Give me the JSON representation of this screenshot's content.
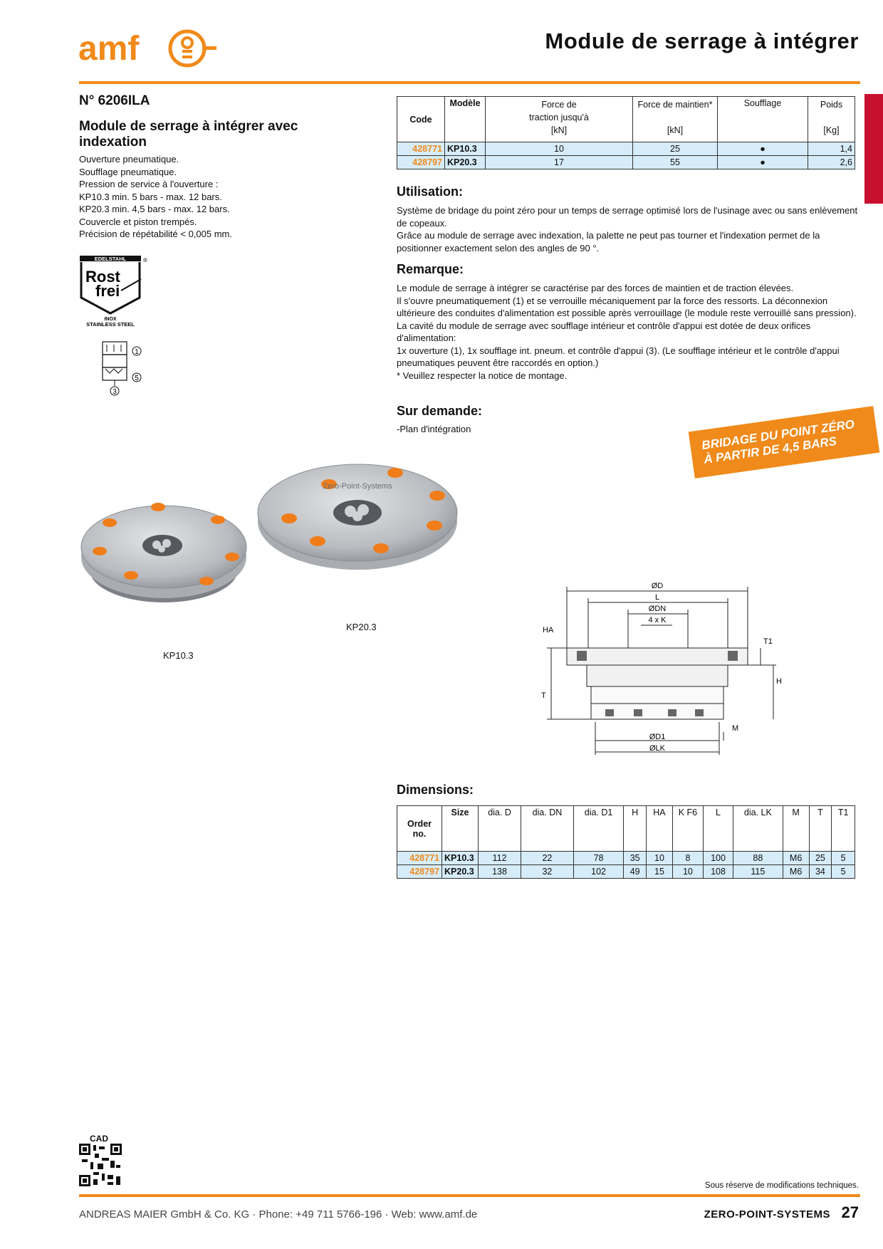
{
  "brand": {
    "logo_text": "amf"
  },
  "header": {
    "title": "Module de serrage à intégrer"
  },
  "product": {
    "number": "N° 6206ILA",
    "subtitle": "Module de serrage à intégrer avec indexation",
    "features": [
      "Ouverture pneumatique.",
      "Soufflage pneumatique.",
      "Pression de service à l'ouverture :",
      "KP10.3 min. 5 bars - max. 12 bars.",
      "KP20.3 min. 4,5 bars - max. 12 bars.",
      "Couvercle et piston trempés.",
      "Précision de répétabilité < 0,005 mm."
    ]
  },
  "stainless": {
    "top": "EDELSTAHL",
    "line1": "Rost",
    "line2": "frei",
    "mark": "®",
    "inox": "INOX",
    "steel": "STAINLESS STEEL"
  },
  "schematic": {
    "p1": "1",
    "p5": "5",
    "p3": "3"
  },
  "spec_table": {
    "headers": {
      "code": "Code",
      "model": "Modèle",
      "force_a": "Force de",
      "force_b": "traction jusqu'à",
      "force_unit": "[kN]",
      "hold": "Force de maintien*",
      "hold_unit": "[kN]",
      "blow": "Soufflage",
      "weight": "Poids",
      "weight_unit": "[Kg]"
    },
    "rows": [
      {
        "code": "428771",
        "model": "KP10.3",
        "force": "10",
        "hold": "25",
        "blow": "●",
        "weight": "1,4"
      },
      {
        "code": "428797",
        "model": "KP20.3",
        "force": "17",
        "hold": "55",
        "blow": "●",
        "weight": "2,6"
      }
    ]
  },
  "usage": {
    "title": "Utilisation:",
    "p1": "Système de bridage du point zéro pour un temps de serrage optimisé lors de l'usinage avec ou sans enlèvement de copeaux.",
    "p2": "Grâce au module de serrage avec indexation, la palette ne peut pas tourner et l'indexation permet de la positionner exactement selon des angles de 90 °."
  },
  "remark": {
    "title": "Remarque:",
    "lines": [
      "Le module de serrage à intégrer se caractérise par des forces de maintien et de traction élevées.",
      "Il s'ouvre pneumatiquement (1) et se verrouille mécaniquement par la force des ressorts. La déconnexion ultérieure des conduites d'alimentation est possible après verrouillage (le module reste verrouillé sans pression).",
      "La cavité du module de serrage avec soufflage intérieur et contrôle d'appui est dotée de deux orifices d'alimentation:",
      "1x ouverture (1), 1x soufflage int. pneum. et contrôle d'appui (3). (Le soufflage intérieur et le contrôle d'appui pneumatiques peuvent être raccordés en option.)",
      "* Veuillez respecter la notice de montage."
    ]
  },
  "on_demand": {
    "title": "Sur demande:",
    "text": "-Plan d'intégration"
  },
  "badge": {
    "line1": "BRIDAGE DU POINT ZÉRO",
    "line2": "À PARTIR DE 4,5 BARS"
  },
  "photo": {
    "label_small": "KP10.3",
    "label_large": "KP20.3",
    "engraving": "Zero-Point-Systems"
  },
  "drawing": {
    "d": "ØD",
    "l": "L",
    "dn": "ØDN",
    "k": "4 x K",
    "ha": "HA",
    "t1": "T1",
    "h": "H",
    "t": "T",
    "m": "M",
    "d1": "ØD1",
    "lk": "ØLK"
  },
  "dimensions": {
    "title": "Dimensions:",
    "headers": [
      "Order no.",
      "Size",
      "dia. D",
      "dia. DN",
      "dia. D1",
      "H",
      "HA",
      "K F6",
      "L",
      "dia. LK",
      "M",
      "T",
      "T1"
    ],
    "rows": [
      [
        "428771",
        "KP10.3",
        "112",
        "22",
        "78",
        "35",
        "10",
        "8",
        "100",
        "88",
        "M6",
        "25",
        "5"
      ],
      [
        "428797",
        "KP20.3",
        "138",
        "32",
        "102",
        "49",
        "15",
        "10",
        "108",
        "115",
        "M6",
        "34",
        "5"
      ]
    ]
  },
  "cad": {
    "label": "CAD"
  },
  "footer": {
    "disclaimer": "Sous réserve de modifications techniques.",
    "company": "ANDREAS MAIER GmbH & Co. KG · Phone: +49 711 5766-196 · Web: www.amf.de",
    "section": "ZERO-POINT-SYSTEMS",
    "page": "27"
  },
  "colors": {
    "accent": "#f08a1a",
    "tab": "#c8102e",
    "row_bg": "#d6ecf8"
  }
}
